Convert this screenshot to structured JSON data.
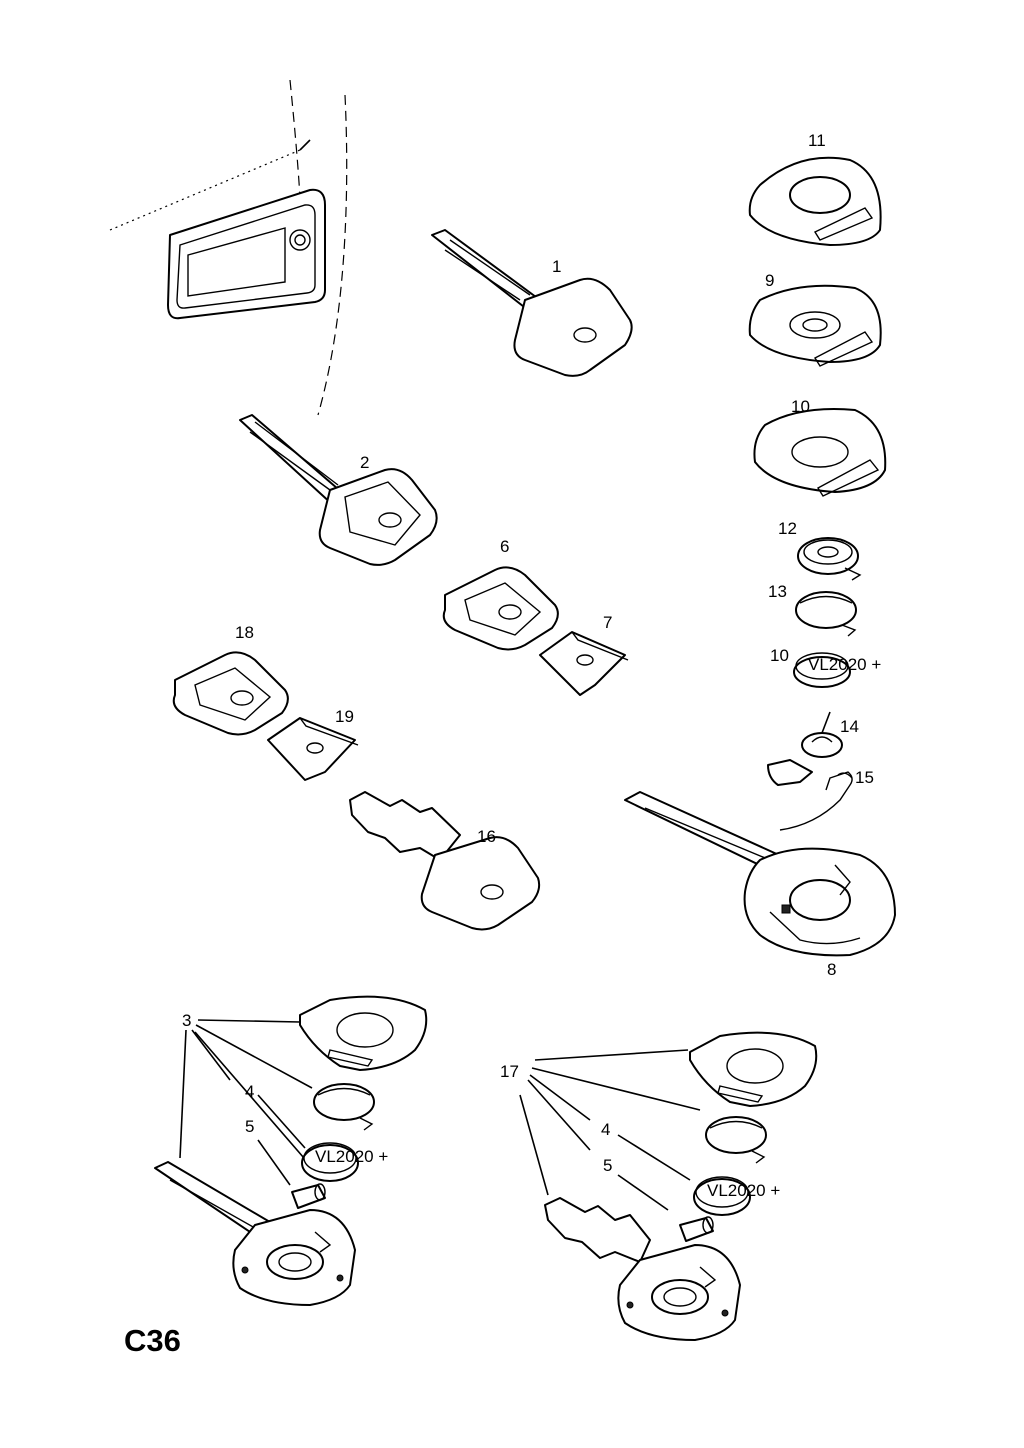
{
  "diagram_code": "C36",
  "callouts": {
    "c1": "1",
    "c2": "2",
    "c3": "3",
    "c4a": "4",
    "c4b": "4",
    "c5a": "5",
    "c5b": "5",
    "c6": "6",
    "c7": "7",
    "c8": "8",
    "c9": "9",
    "c10a": "10",
    "c10b": "10",
    "c11": "11",
    "c12": "12",
    "c13": "13",
    "c14": "14",
    "c15": "15",
    "c16": "16",
    "c17": "17",
    "c18": "18",
    "c19": "19"
  },
  "battery_markings": {
    "b10": "VL2020 +",
    "b_left": "VL2020 +",
    "b_right": "VL2020 +"
  }
}
